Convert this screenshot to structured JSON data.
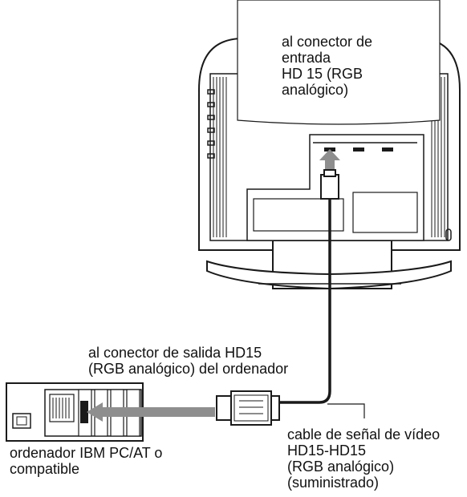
{
  "labels": {
    "input_connector": "al conector de\nentrada\nHD 15 (RGB\nanalógico)",
    "output_connector": "al conector de salida HD15\n(RGB analógico) del ordenador",
    "cable": "cable de señal de vídeo\nHD15-HD15\n(RGB analógico)\n(suministrado)",
    "computer": "ordenador IBM PC/AT o\ncompatible"
  },
  "colors": {
    "line": "#1a1a1a",
    "arrow": "#8e8e8e",
    "panel": "#ffffff"
  }
}
